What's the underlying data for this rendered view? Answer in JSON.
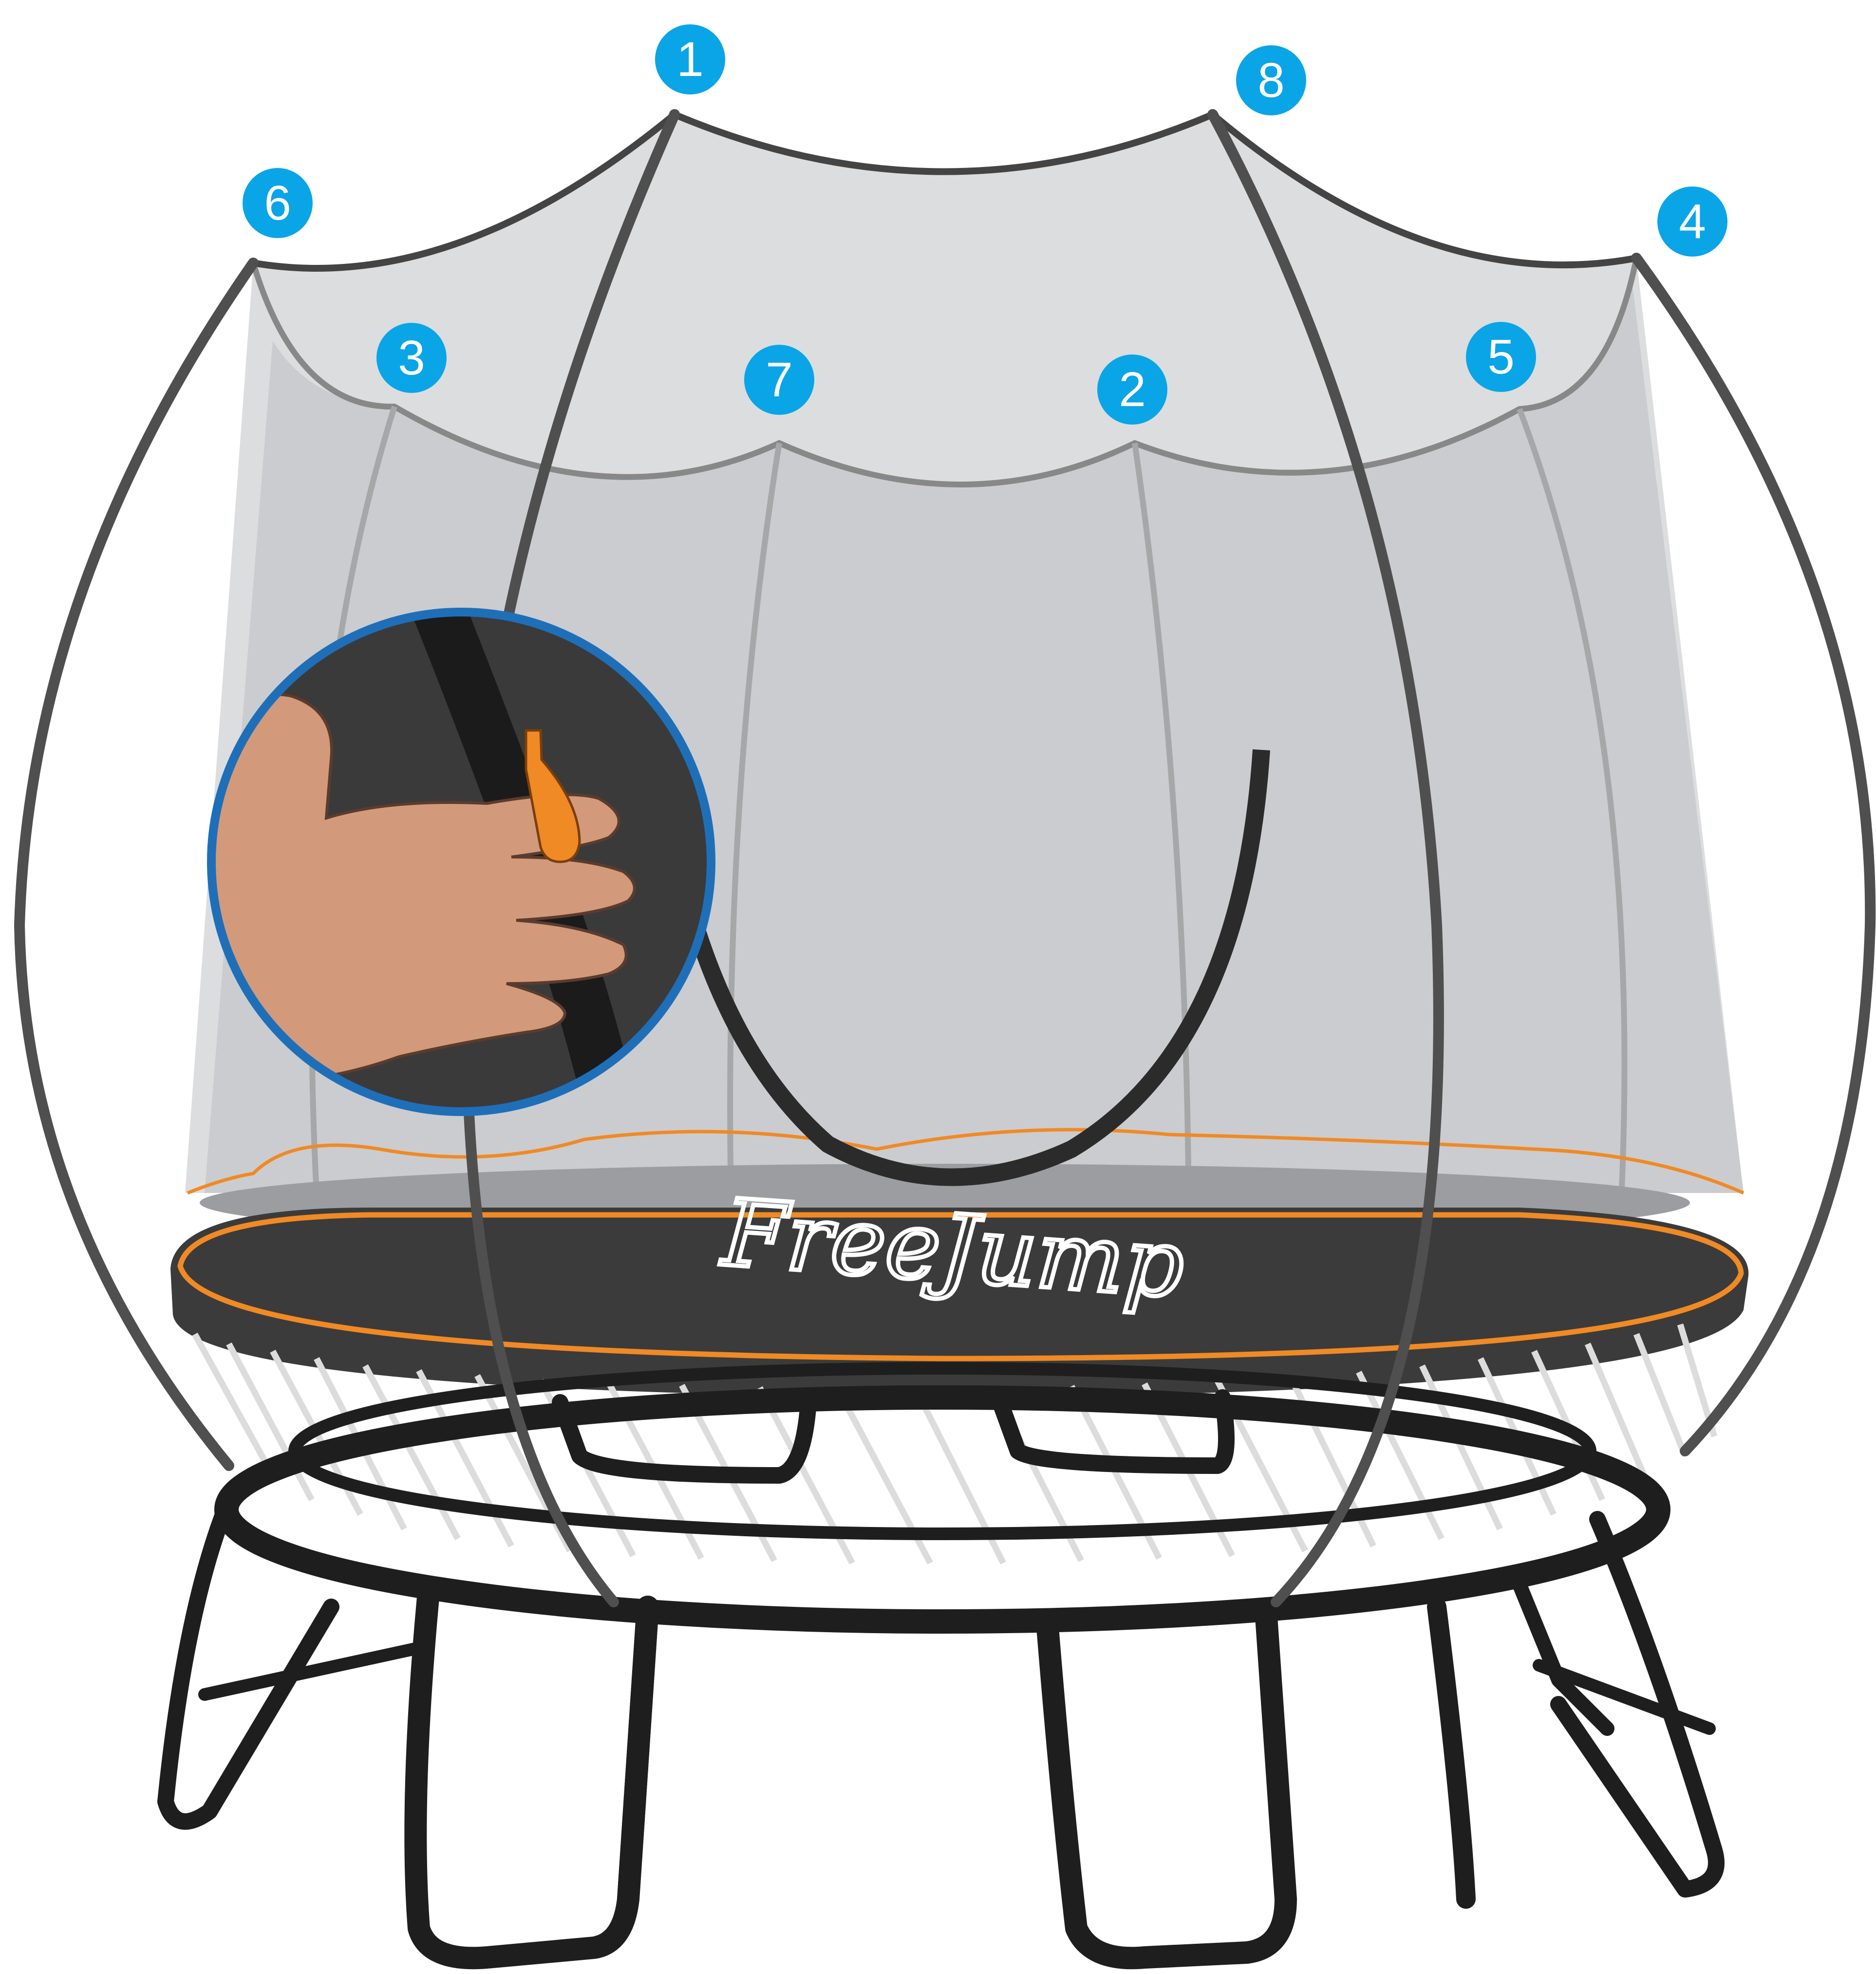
{
  "diagram": {
    "brand_logo_text": "FreeJump",
    "pole_markers": [
      {
        "id": "marker-1",
        "label": "1"
      },
      {
        "id": "marker-2",
        "label": "2"
      },
      {
        "id": "marker-3",
        "label": "3"
      },
      {
        "id": "marker-4",
        "label": "4"
      },
      {
        "id": "marker-5",
        "label": "5"
      },
      {
        "id": "marker-6",
        "label": "6"
      },
      {
        "id": "marker-7",
        "label": "7"
      },
      {
        "id": "marker-8",
        "label": "8"
      }
    ],
    "colors": {
      "marker_blue": "#0aa5e6",
      "net": "#d2d3d5",
      "net_inner": "#c6c7c9",
      "pole_outer": "#555555",
      "pole_inner": "#a6a7a9",
      "mat": "#3d3d3d",
      "mat_edge_orange": "#f08a24",
      "frame": "#1e1e1e",
      "springs": "#d9d9d9",
      "inset_border": "#1f6fb8",
      "zip_pull": "#f08a24",
      "skin": "#d29a7a"
    },
    "inset": {
      "subject": "hand holding orange zipper pull on net door"
    }
  }
}
